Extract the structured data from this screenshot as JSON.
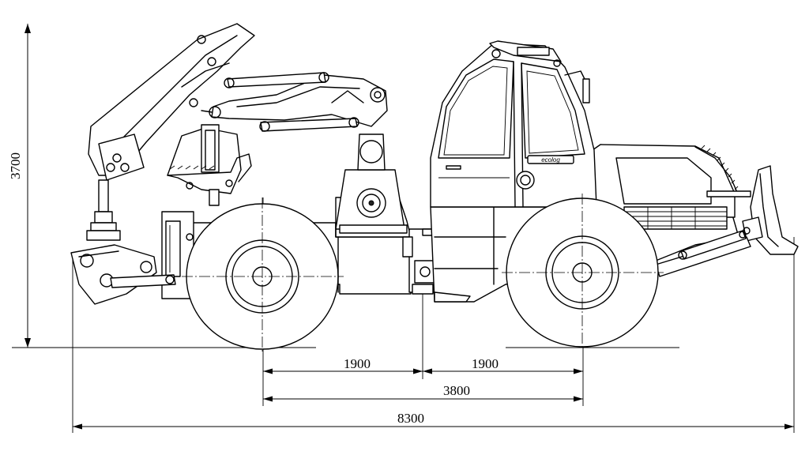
{
  "dimensions": {
    "height_total": "3700",
    "front_wheelbase_half": "1900",
    "rear_wheelbase_half": "1900",
    "wheelbase": "3800",
    "length_total": "8300"
  },
  "cab_badge": "ecolog"
}
